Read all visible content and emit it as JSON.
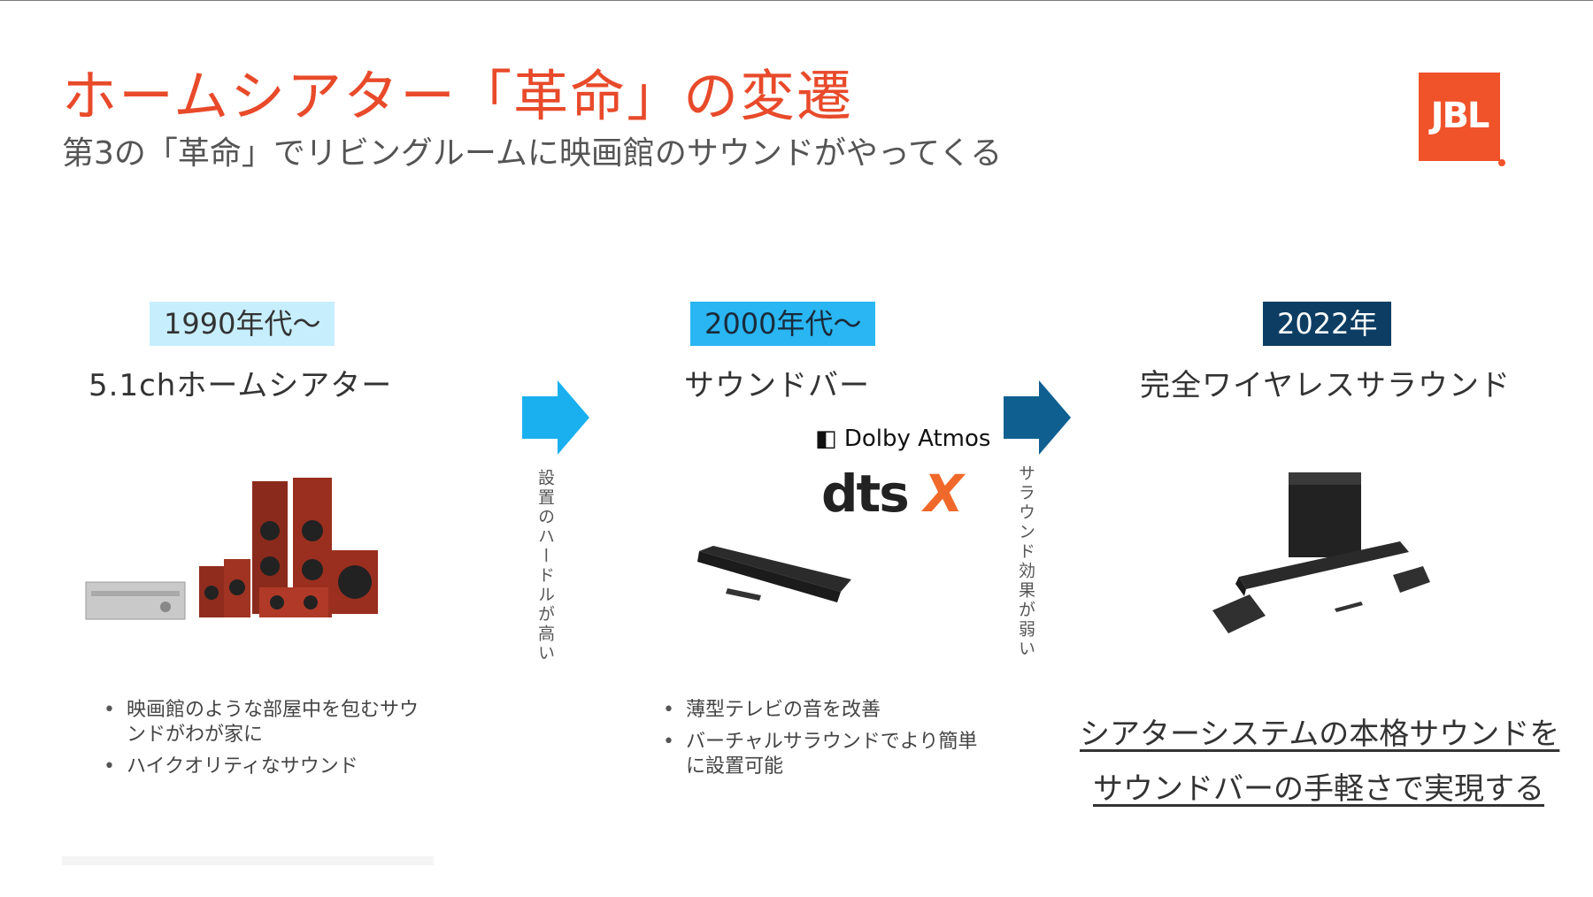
{
  "title": "ホームシアター「革命」の変遷",
  "subtitle": "第3の「革命」でリビングルームに映画館のサウンドがやってくる",
  "logo": {
    "text": "JBL",
    "color": "#f0522a"
  },
  "stages": [
    {
      "era": "1990年代〜",
      "heading": "5.1chホームシアター",
      "bullets": [
        "映画館のような部屋中を包むサウンドがわが家に",
        "ハイクオリティなサウンド"
      ]
    },
    {
      "era": "2000年代〜",
      "heading": "サウンドバー",
      "bullets": [
        "薄型テレビの音を改善",
        "バーチャルサラウンドでより簡単に設置可能"
      ]
    },
    {
      "era": "2022年",
      "heading": "完全ワイヤレスサラウンド"
    }
  ],
  "transitions": [
    "設置のハードルが高い",
    "サラウンド効果が弱い"
  ],
  "badges": {
    "dolby": "Dolby Atmos",
    "dts_main": "dts",
    "dts_x": "X"
  },
  "punchline": [
    "シアターシステムの本格サウンドを",
    "サウンドバーの手軽さで実現する"
  ],
  "colors": {
    "accent": "#e84a2a",
    "era1": "#c7eefd",
    "era2": "#29b6f2",
    "era3": "#0d3d63",
    "arrow1": "#1ab0ef",
    "arrow2": "#0f5f90"
  }
}
